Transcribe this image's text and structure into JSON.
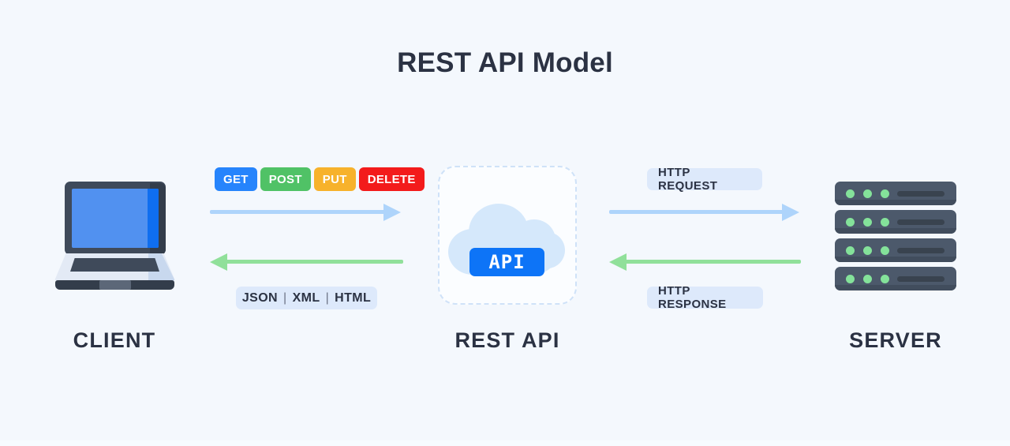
{
  "diagram": {
    "title": "REST API Model",
    "background_color": "#f4f8fd",
    "title_color": "#2b3243"
  },
  "nodes": [
    {
      "id": "client",
      "caption": "CLIENT",
      "icon": "laptop-icon"
    },
    {
      "id": "restapi",
      "caption": "REST API",
      "icon": "cloud-icon",
      "badge": "API"
    },
    {
      "id": "server",
      "caption": "SERVER",
      "icon": "server-rack-icon"
    }
  ],
  "http_methods": [
    {
      "label": "GET",
      "color": "#2684fc"
    },
    {
      "label": "POST",
      "color": "#50c266"
    },
    {
      "label": "PUT",
      "color": "#f7b22b"
    },
    {
      "label": "DELETE",
      "color": "#f31b1b"
    }
  ],
  "response_formats": {
    "items": [
      "JSON",
      "XML",
      "HTML"
    ],
    "separator": "|"
  },
  "chips": {
    "http_request": "HTTP REQUEST",
    "http_response": "HTTP RESPONSE"
  },
  "arrows": {
    "request_color": "#aed4fb",
    "response_color": "#90e09a",
    "client_to_api": {
      "direction": "right",
      "color": "#aed4fb"
    },
    "api_to_client": {
      "direction": "left",
      "color": "#90e09a"
    },
    "api_to_server": {
      "direction": "right",
      "color": "#aed4fb"
    },
    "server_to_api": {
      "direction": "left",
      "color": "#90e09a"
    }
  },
  "colors": {
    "api_badge": "#0d74f7",
    "cloud": "#d5e8fb",
    "chip_bg": "#dde9fb",
    "server_body": "#4c596b",
    "server_led": "#84e29a",
    "laptop_screen": "#5191f0",
    "laptop_bezel": "#3f4a5a",
    "dashed_border": "#cfe2f8"
  }
}
